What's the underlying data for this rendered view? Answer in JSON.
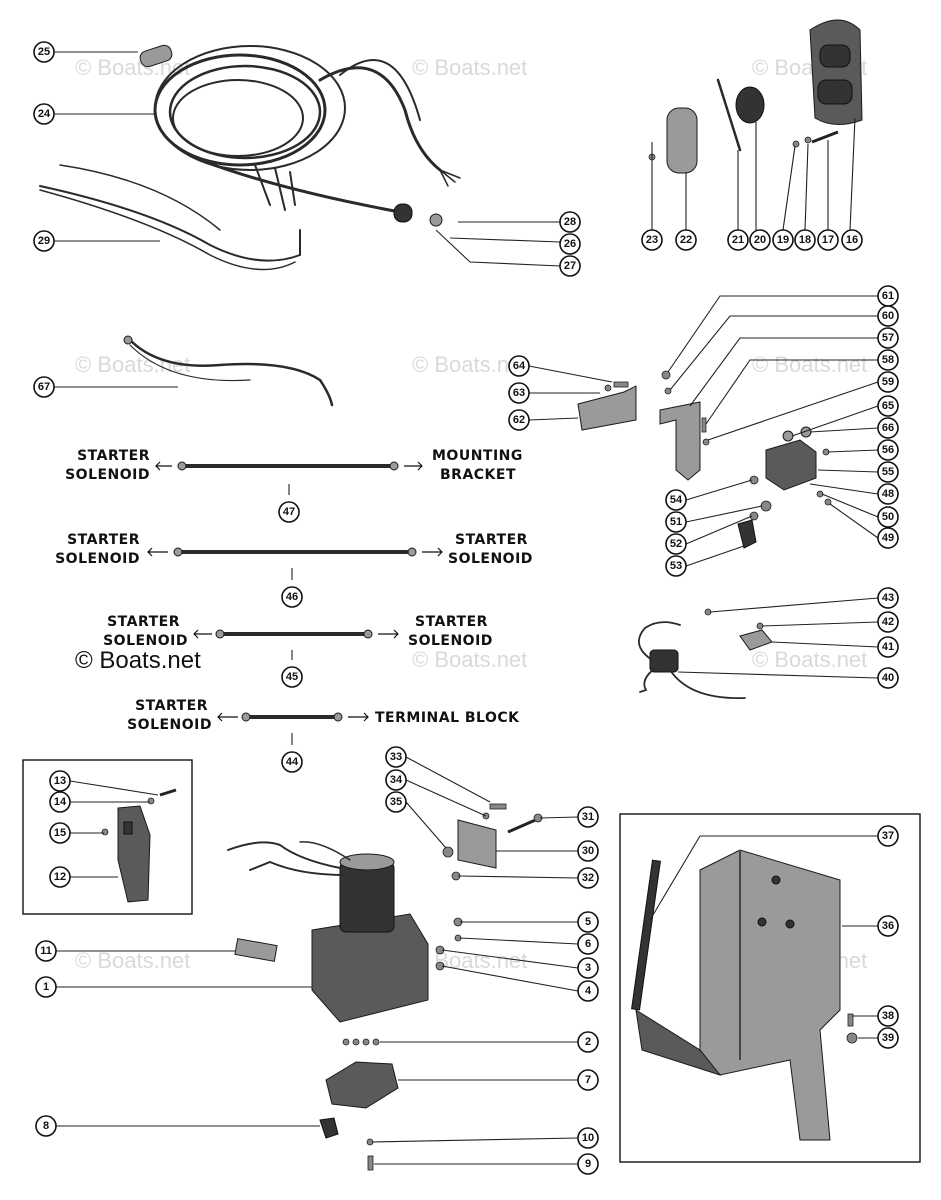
{
  "watermark": "© Boats.net",
  "cable_labels": {
    "c47_left": [
      "STARTER",
      "SOLENOID"
    ],
    "c47_right": [
      "MOUNTING",
      "BRACKET"
    ],
    "c46_left": [
      "STARTER",
      "SOLENOID"
    ],
    "c46_right": [
      "STARTER",
      "SOLENOID"
    ],
    "c45_left": [
      "STARTER",
      "SOLENOID"
    ],
    "c45_right": [
      "STARTER",
      "SOLENOID"
    ],
    "c44_left": [
      "STARTER",
      "SOLENOID"
    ],
    "c44_right": "TERMINAL BLOCK"
  },
  "callouts": {
    "c1": "1",
    "c2": "2",
    "c3": "3",
    "c4": "4",
    "c5": "5",
    "c6": "6",
    "c7": "7",
    "c8": "8",
    "c9": "9",
    "c10": "10",
    "c11": "11",
    "c12": "12",
    "c13": "13",
    "c14": "14",
    "c15": "15",
    "c16": "16",
    "c17": "17",
    "c18": "18",
    "c19": "19",
    "c20": "20",
    "c21": "21",
    "c22": "22",
    "c23": "23",
    "c24": "24",
    "c25": "25",
    "c26": "26",
    "c27": "27",
    "c28": "28",
    "c29": "29",
    "c30": "30",
    "c31": "31",
    "c32": "32",
    "c33": "33",
    "c34": "34",
    "c35": "35",
    "c36": "36",
    "c37": "37",
    "c38": "38",
    "c39": "39",
    "c40": "40",
    "c41": "41",
    "c42": "42",
    "c43": "43",
    "c44": "44",
    "c45": "45",
    "c46": "46",
    "c47": "47",
    "c48": "48",
    "c49": "49",
    "c50": "50",
    "c51": "51",
    "c52": "52",
    "c53": "53",
    "c54": "54",
    "c55": "55",
    "c56": "56",
    "c57": "57",
    "c58": "58",
    "c59": "59",
    "c60": "60",
    "c61": "61",
    "c62": "62",
    "c63": "63",
    "c64": "64",
    "c65": "65",
    "c66": "66",
    "c67": "67"
  }
}
